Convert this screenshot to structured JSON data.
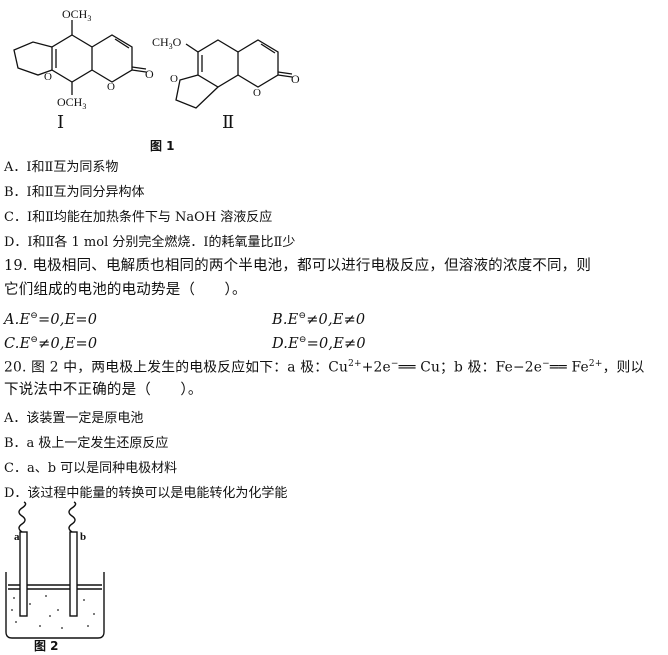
{
  "figure1": {
    "mol1_sub_top": "OCH",
    "mol1_sub_top_subscript": "3",
    "mol1_sub_bottom": "OCH",
    "mol1_sub_bottom_subscript": "3",
    "mol2_sub": "CH",
    "mol2_sub_subscript": "3",
    "mol2_sub_suffix": "O",
    "ring_o": "O",
    "carbonyl_o": "O",
    "label_I": "Ⅰ",
    "label_II": "Ⅱ",
    "caption": "图 1"
  },
  "q18": {
    "A": "A．Ⅰ和Ⅱ互为同系物",
    "B": "B．Ⅰ和Ⅱ互为同分异构体",
    "C": "C．Ⅰ和Ⅱ均能在加热条件下与 NaOH 溶液反应",
    "D": "D．Ⅰ和Ⅱ各 1 mol 分别完全燃烧．Ⅰ的耗氧量比Ⅱ少"
  },
  "q19": {
    "stem_line1": "19. 电极相同、电解质也相同的两个半电池，都可以进行电极反应，但溶液的浓度不同，则",
    "stem_line2": "它们组成的电池的电动势是（　　）。",
    "A": "A.E",
    "A_rest": "=0,E=0",
    "B": "B.E",
    "B_rest": "≠0,E≠0",
    "C": "C.E",
    "C_rest": "≠0,E=0",
    "D": "D.E",
    "D_rest": "=0,E≠0",
    "standard_mark": "⊖"
  },
  "q20": {
    "stem_a": "20. 图 2 中，两电极上发生的电极反应如下：a 极：Cu",
    "stem_a_sup": "2+",
    "stem_b": "+2e",
    "stem_b_sup": "−",
    "stem_c": "══ Cu；b 极：Fe−2e",
    "stem_c_sup": "−",
    "stem_d": "══ Fe",
    "stem_d_sup": "2+",
    "stem_e": "，则以",
    "stem_line2": "下说法中不正确的是（　　）。",
    "A": "A．该装置一定是原电池",
    "B": "B．a 极上一定发生还原反应",
    "C": "C．a、b 可以是同种电极材料",
    "D": "D．该过程中能量的转换可以是电能转化为化学能"
  },
  "figure2": {
    "label_a": "a",
    "label_b": "b",
    "caption": "图 2"
  }
}
